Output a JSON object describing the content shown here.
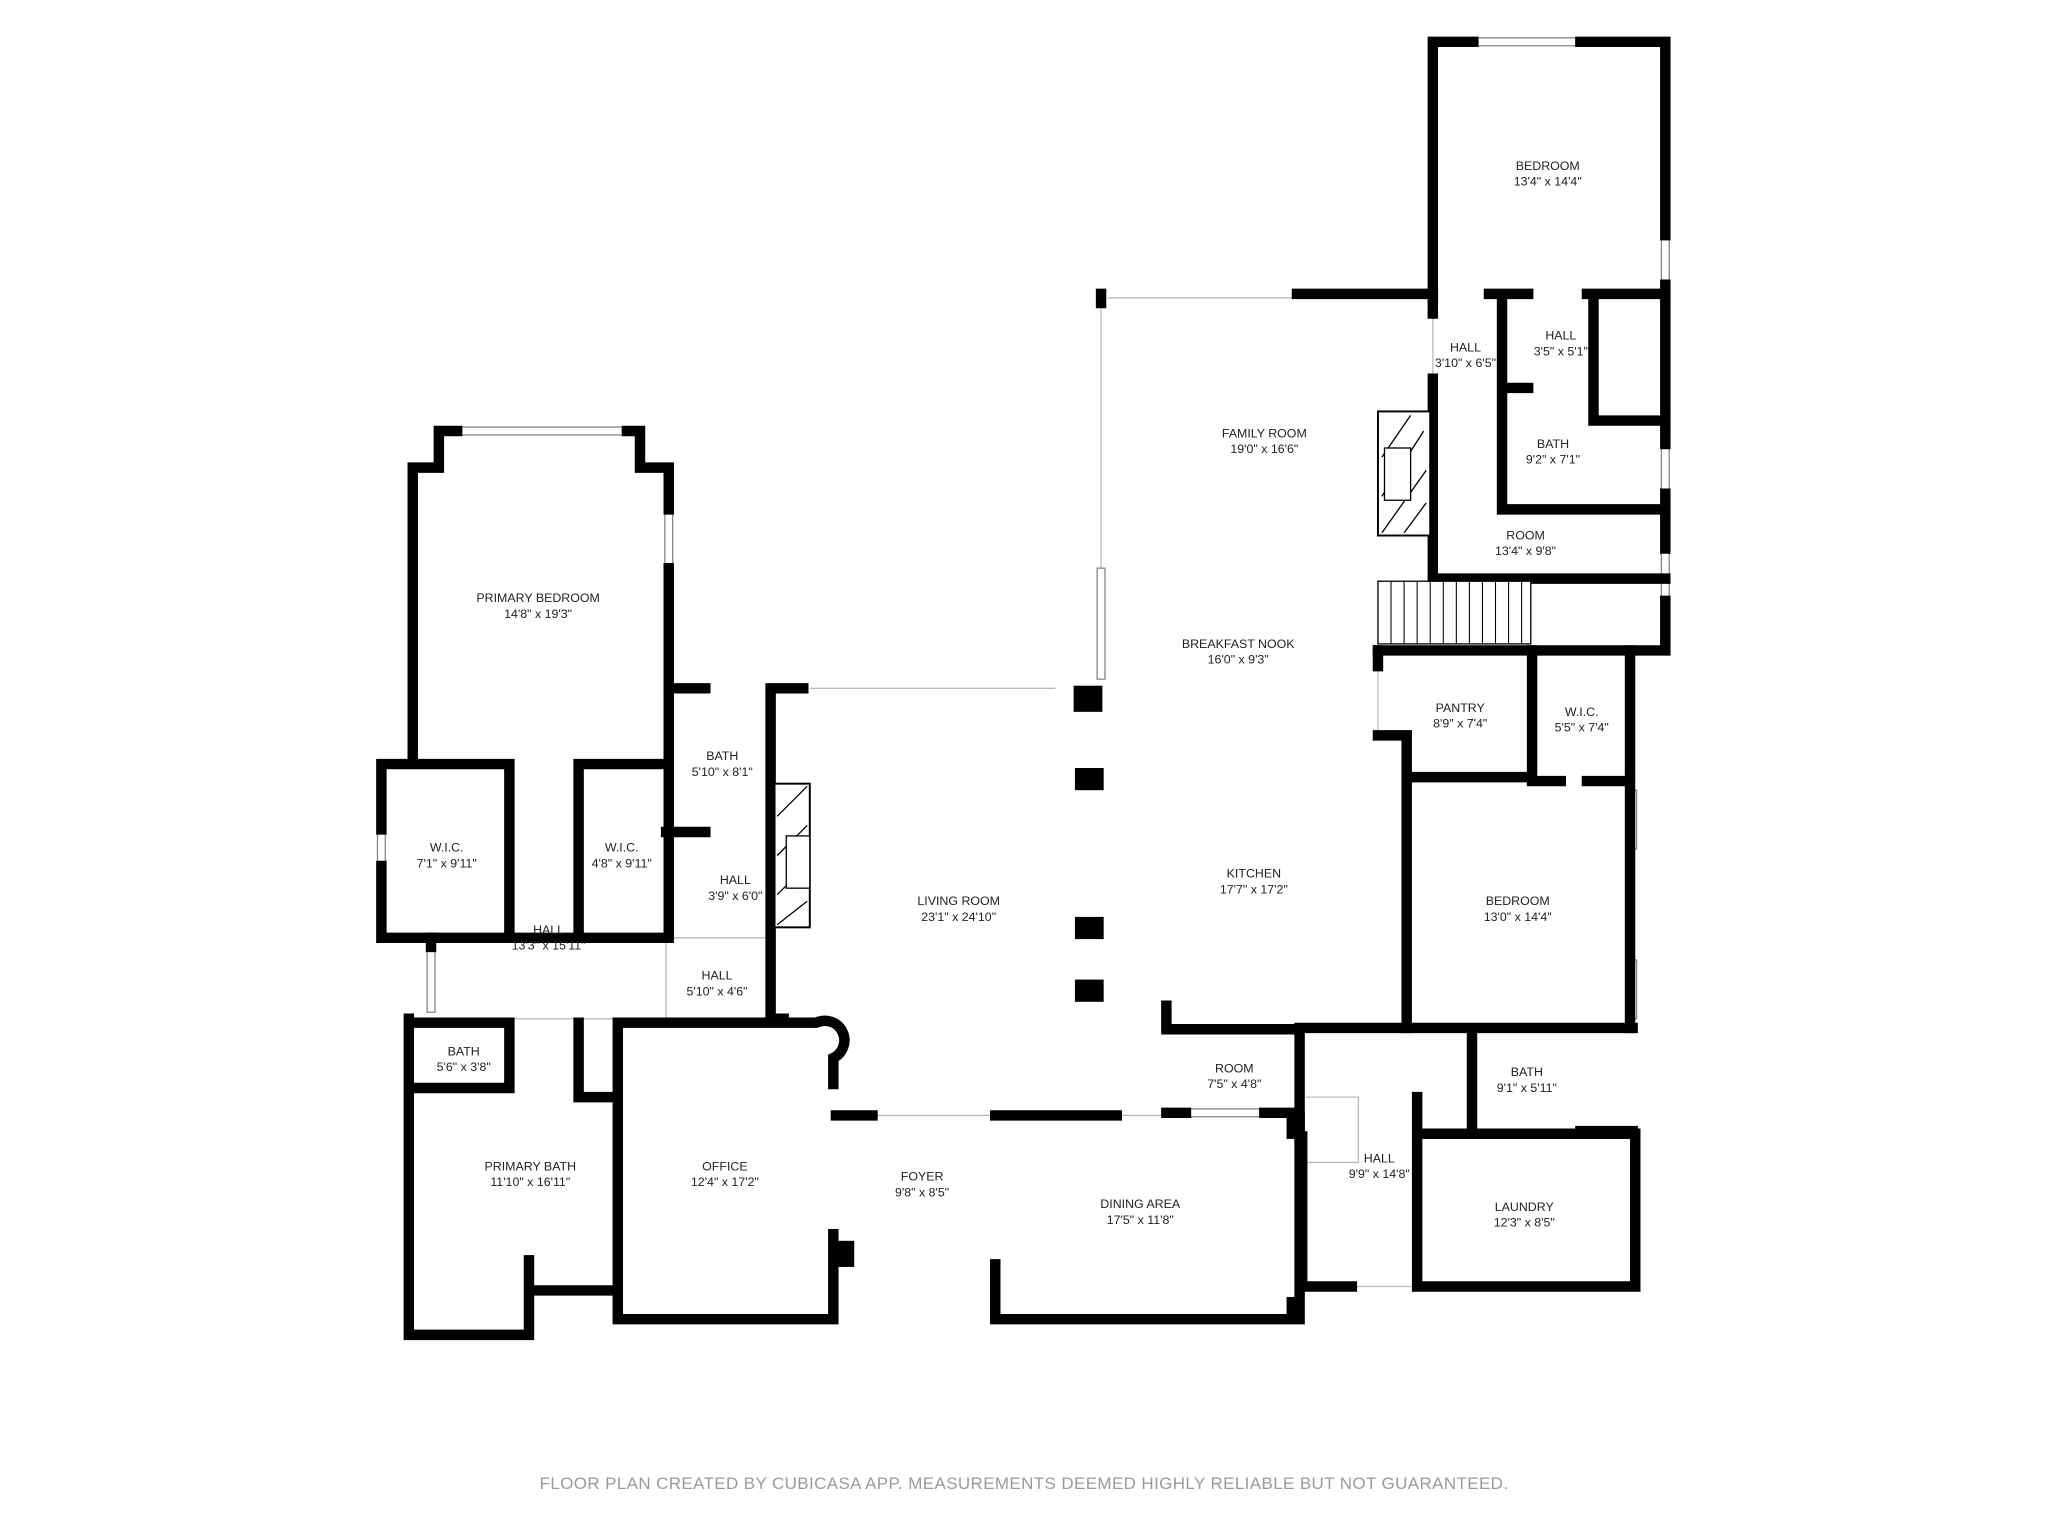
{
  "plan": {
    "rooms": [
      {
        "name": "BEDROOM",
        "size": "13'4\" x 14'4\""
      },
      {
        "name": "HALL",
        "size": "3'10\" x 6'5\""
      },
      {
        "name": "HALL",
        "size": "3'5\" x 5'1\""
      },
      {
        "name": "FAMILY ROOM",
        "size": "19'0\" x 16'6\""
      },
      {
        "name": "BATH",
        "size": "9'2\" x 7'1\""
      },
      {
        "name": "ROOM",
        "size": "13'4\" x 9'8\""
      },
      {
        "name": "PRIMARY BEDROOM",
        "size": "14'8\" x 19'3\""
      },
      {
        "name": "BREAKFAST NOOK",
        "size": "16'0\" x 9'3\""
      },
      {
        "name": "PANTRY",
        "size": "8'9\" x 7'4\""
      },
      {
        "name": "W.I.C.",
        "size": "5'5\" x 7'4\""
      },
      {
        "name": "BATH",
        "size": "5'10\" x 8'1\""
      },
      {
        "name": "W.I.C.",
        "size": "7'1\" x 9'11\""
      },
      {
        "name": "W.I.C.",
        "size": "4'8\" x 9'11\""
      },
      {
        "name": "HALL",
        "size": "3'9\" x 6'0\""
      },
      {
        "name": "KITCHEN",
        "size": "17'7\" x 17'2\""
      },
      {
        "name": "LIVING ROOM",
        "size": "23'1\" x 24'10\""
      },
      {
        "name": "BEDROOM",
        "size": "13'0\" x 14'4\""
      },
      {
        "name": "HALL",
        "size": "13'3\" x 15'11\""
      },
      {
        "name": "HALL",
        "size": "5'10\" x 4'6\""
      },
      {
        "name": "BATH",
        "size": "5'6\" x 3'8\""
      },
      {
        "name": "ROOM",
        "size": "7'5\" x 4'8\""
      },
      {
        "name": "BATH",
        "size": "9'1\" x 5'11\""
      },
      {
        "name": "PRIMARY BATH",
        "size": "11'10\" x 16'11\""
      },
      {
        "name": "OFFICE",
        "size": "12'4\" x 17'2\""
      },
      {
        "name": "FOYER",
        "size": "9'8\" x 8'5\""
      },
      {
        "name": "HALL",
        "size": "9'9\" x 14'8\""
      },
      {
        "name": "DINING AREA",
        "size": "17'5\" x 11'8\""
      },
      {
        "name": "LAUNDRY",
        "size": "12'3\" x 8'5\""
      }
    ],
    "footer": "FLOOR PLAN CREATED BY CUBICASA APP. MEASUREMENTS DEEMED HIGHLY RELIABLE BUT NOT GUARANTEED."
  }
}
